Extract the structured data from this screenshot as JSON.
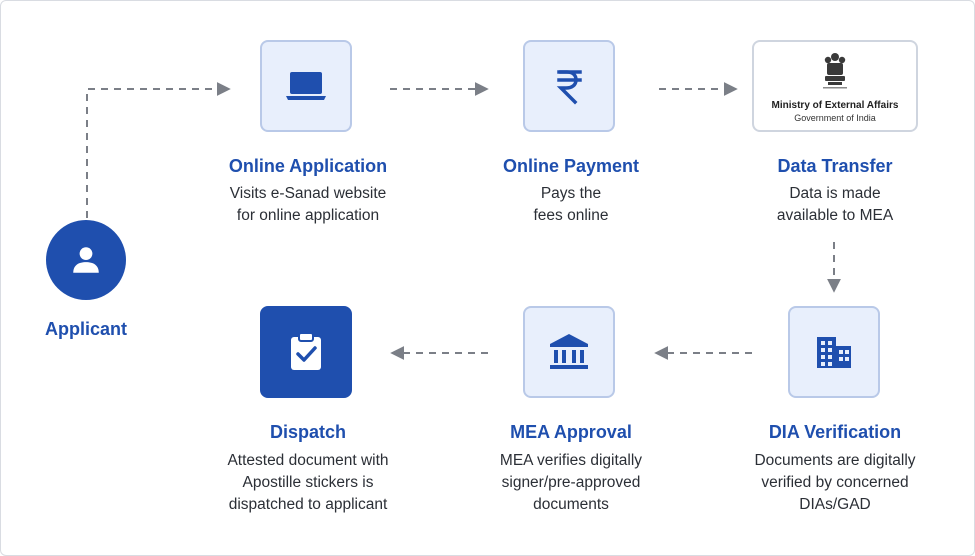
{
  "applicant": {
    "label": "Applicant",
    "icon": "person-icon"
  },
  "steps": [
    {
      "title": "Online Application",
      "desc": "Visits e-Sanad website\nfor online application",
      "icon": "laptop-icon"
    },
    {
      "title": "Online Payment",
      "desc": "Pays the\nfees online",
      "icon": "rupee-icon"
    },
    {
      "title": "Data Transfer",
      "desc": "Data is made\navailable to MEA",
      "icon": "mea-emblem-icon",
      "logo_line1": "Ministry of External Affairs",
      "logo_line2": "Government of India"
    },
    {
      "title": "DIA Verification",
      "desc": "Documents are digitally\nverified by concerned\nDIAs/GAD",
      "icon": "building-icon"
    },
    {
      "title": "MEA Approval",
      "desc": "MEA verifies digitally\nsigner/pre-approved\ndocuments",
      "icon": "bank-icon"
    },
    {
      "title": "Dispatch",
      "desc": "Attested document with\nApostille stickers is\ndispatched to applicant",
      "icon": "clipboard-check-icon"
    }
  ],
  "colors": {
    "primary": "#1f4fae",
    "tile_bg": "#e8effc",
    "tile_border": "#b9c9e8",
    "arrow": "#7b7f87"
  }
}
